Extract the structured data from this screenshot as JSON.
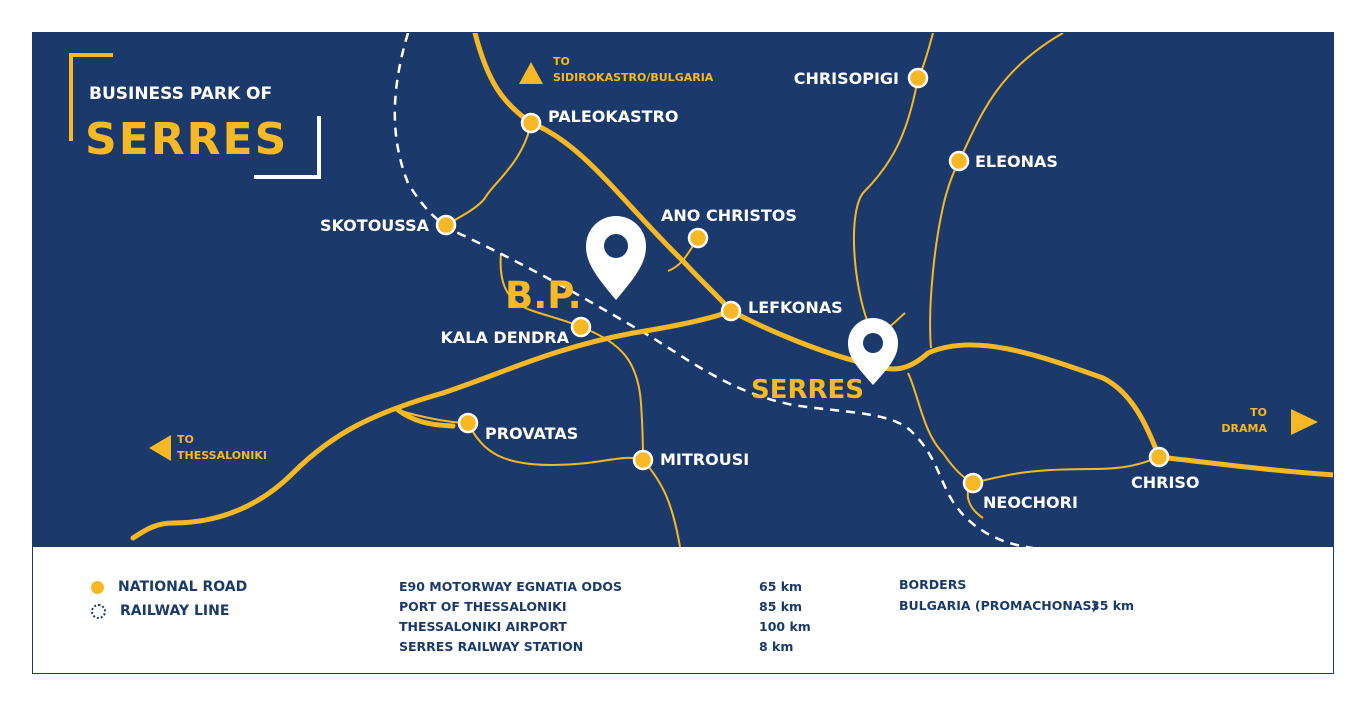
{
  "title": {
    "small": "BUSINESS PARK OF",
    "big": "SERRES"
  },
  "colors": {
    "sea": "#1b3a6b",
    "road": "#f6b824",
    "white": "#ffffff"
  },
  "directions": {
    "bulgaria": {
      "to": "TO",
      "place": "SIDIROKASTRO/BULGARIA"
    },
    "thessaloniki": {
      "to": "TO",
      "place": "THESSALONIKI"
    },
    "drama": {
      "to": "TO",
      "place": "DRAMA"
    }
  },
  "towns": {
    "paleokastro": "PALEOKASTRO",
    "chrisopigi": "CHRISOPIGI",
    "eleonas": "ELEONAS",
    "skotoussa": "SKOTOUSSA",
    "ano_christos": "ANO CHRISTOS",
    "lefkonas": "LEFKONAS",
    "kala_dendra": "KALA DENDRA",
    "provatas": "PROVATAS",
    "mitrousi": "MITROUSI",
    "neochori": "NEOCHORI",
    "chriso": "CHRISO"
  },
  "markers": {
    "business_park": "B.P.",
    "serres": "SERRES"
  },
  "legend": {
    "national_road": "NATIONAL ROAD",
    "railway_line": "RAILWAY LINE",
    "distances": [
      {
        "name": "E90 MOTORWAY EGNATIA ODOS",
        "value": "65 km"
      },
      {
        "name": "PORT OF THESSALONIKI",
        "value": "85 km"
      },
      {
        "name": "THESSALONIKI AIRPORT",
        "value": "100 km"
      },
      {
        "name": "SERRES RAILWAY STATION",
        "value": "8 km"
      }
    ],
    "borders_title": "BORDERS",
    "borders_item": "BULGARIA (PROMACHONAS)",
    "borders_value": "35 km"
  }
}
